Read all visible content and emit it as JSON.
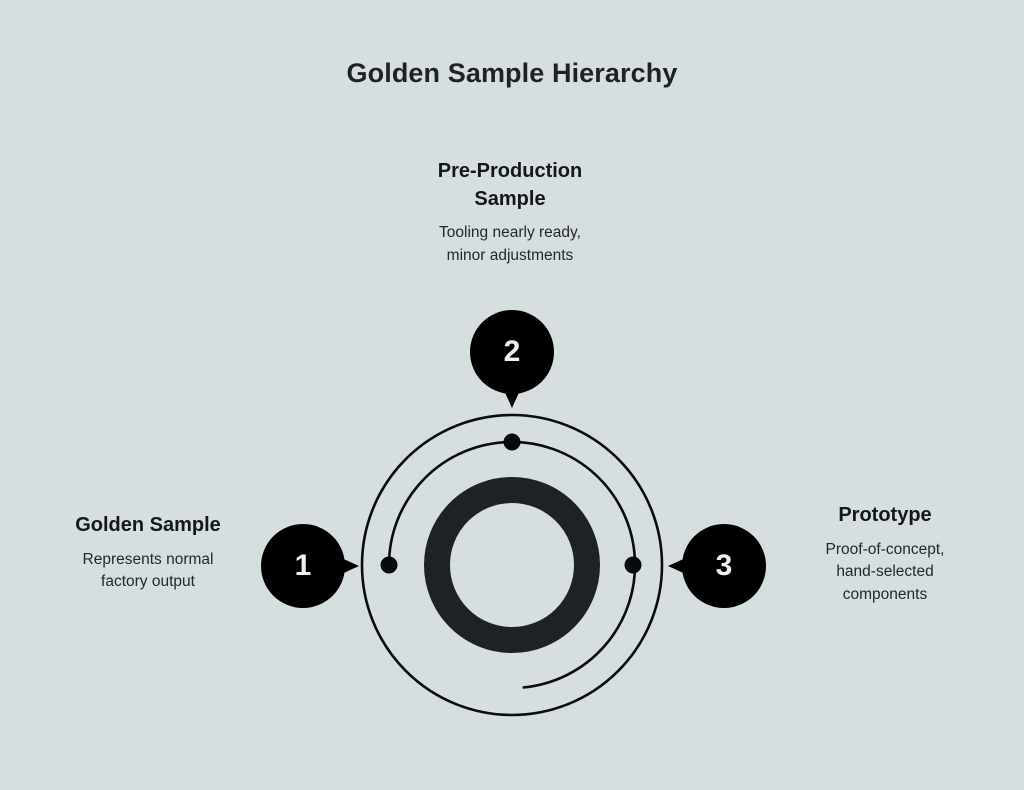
{
  "title": "Golden Sample Hierarchy",
  "colors": {
    "background": "#d6dee0",
    "ring_dark": "#1f2224",
    "badge_fill": "#000000",
    "badge_text": "#eef2f3",
    "title_text": "#1e2224",
    "body_text": "#24282a",
    "stroke": "#0a0c0d"
  },
  "chart_data": {
    "type": "diagram",
    "title": "Golden Sample Hierarchy",
    "shape": "concentric-rings",
    "center": [
      512,
      565
    ],
    "rings": [
      {
        "name": "outer-ring",
        "radius": 150,
        "stroke_width": 2.5,
        "style": "thin"
      },
      {
        "name": "middle-ring",
        "radius": 123,
        "stroke_width": 2.5,
        "style": "thin"
      },
      {
        "name": "core-ring",
        "radius": 75,
        "stroke_width": 26,
        "style": "thick"
      }
    ],
    "items": [
      {
        "number": "1",
        "title": "Golden Sample",
        "description": "Represents normal factory output",
        "position": "left",
        "angle_deg": 180,
        "badge_center": [
          303,
          566
        ]
      },
      {
        "number": "2",
        "title": "Pre-Production Sample",
        "description": "Tooling nearly ready, minor adjustments",
        "position": "top",
        "angle_deg": 90,
        "badge_center": [
          512,
          352
        ]
      },
      {
        "number": "3",
        "title": "Prototype",
        "description": "Proof-of-concept, hand-selected components",
        "position": "right",
        "angle_deg": 0,
        "badge_center": [
          724,
          566
        ]
      }
    ]
  },
  "callouts": {
    "top": {
      "title": "Pre-Production\nSample",
      "title_line1": "Pre-Production",
      "title_line2": "Sample",
      "desc_line1": "Tooling nearly ready,",
      "desc_line2": "minor adjustments"
    },
    "left": {
      "title": "Golden Sample",
      "desc_line1": "Represents normal",
      "desc_line2": "factory output"
    },
    "right": {
      "title": "Prototype",
      "desc_line1": "Proof-of-concept,",
      "desc_line2": "hand-selected",
      "desc_line3": "components"
    }
  },
  "badges": {
    "one": "1",
    "two": "2",
    "three": "3"
  }
}
